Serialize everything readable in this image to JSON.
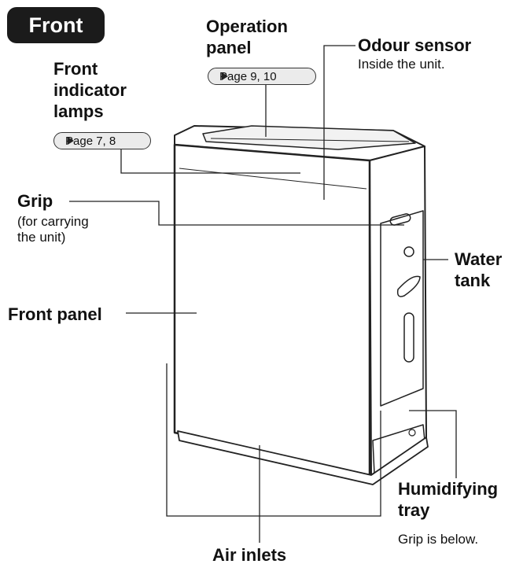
{
  "section_label": "Front",
  "labels": {
    "operation_panel": [
      "Operation",
      "panel"
    ],
    "operation_panel_ref": "Page 9, 10",
    "odour_sensor": "Odour sensor",
    "odour_sensor_note": "Inside the unit.",
    "front_indicator_lamps": [
      "Front",
      "indicator",
      "lamps"
    ],
    "front_indicator_lamps_ref": "Page 7, 8",
    "grip": "Grip",
    "grip_note": [
      "(for carrying",
      "the unit)"
    ],
    "water_tank": [
      "Water",
      "tank"
    ],
    "front_panel": "Front panel",
    "humidifying_tray": [
      "Humidifying",
      "tray"
    ],
    "humidifying_tray_note": "Grip is below.",
    "air_inlets": "Air inlets"
  }
}
